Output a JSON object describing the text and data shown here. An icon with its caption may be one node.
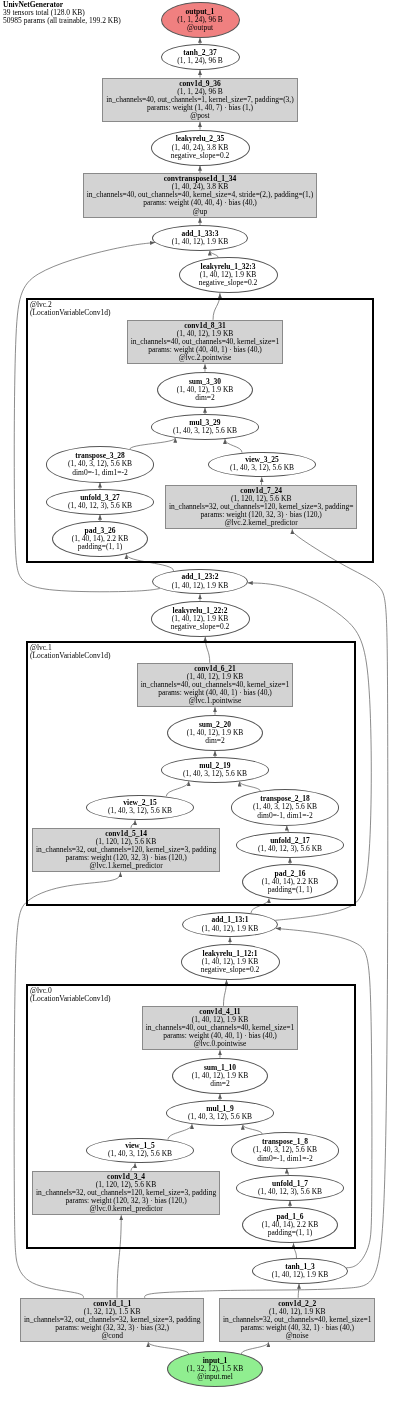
{
  "diagram": {
    "title": "UnivNetGenerator",
    "labels": [
      "39 tensors total (128.0 KB)",
      "50985 params (all trainable, 199.2 KB)"
    ],
    "nodes": [
      {
        "text": [
          "output_1",
          "(1, 1, 24), 96 B",
          "@output"
        ]
      },
      {
        "text": [
          "tanh_2_37",
          "(1, 1, 24), 96 B"
        ]
      },
      {
        "text": [
          "conv1d_9_36",
          "(1, 1, 24), 96 B",
          "in_channels=40, out_channels=1, kernel_size=7, padding=(3,)",
          "params: weight (1, 40, 7) · bias (1,)",
          "@post"
        ]
      },
      {
        "text": [
          "leakyrelu_2_35",
          "(1, 40, 24), 3.8 KB",
          "negative_slope=0.2"
        ]
      },
      {
        "text": [
          "convtranspose1d_1_34",
          "(1, 40, 24), 3.8 KB",
          "in_channels=40, out_channels=40, kernel_size=4, stride=(2,), padding=(1,)",
          "params: weight (40, 40, 4) · bias (40,)",
          "@up"
        ]
      },
      {
        "text": [
          "add_1_33:3",
          "(1, 40, 12), 1.9 KB"
        ]
      },
      {
        "text": [
          "leakyrelu_1_32:3",
          "(1, 40, 12), 1.9 KB",
          "negative_slope=0.2"
        ]
      },
      {
        "text": [
          "@lvc.2",
          "(LocationVariableConv1d)"
        ]
      },
      {
        "text": [
          "conv1d_8_31",
          "(1, 40, 12), 1.9 KB",
          "in_channels=40, out_channels=40, kernel_size=1",
          "params: weight (40, 40, 1) · bias (40,)",
          "@lvc.2.pointwise"
        ],
        "in": 7
      },
      {
        "text": [
          "sum_3_30",
          "(1, 40, 12), 1.9 KB",
          "dim=2"
        ],
        "in": 7
      },
      {
        "text": [
          "mul_3_29",
          "(1, 40, 3, 12), 5.6 KB"
        ],
        "in": 7
      },
      {
        "text": [
          "transpose_3_28",
          "(1, 40, 3, 12), 5.6 KB",
          "dim0=-1, dim1=-2"
        ],
        "in": 7
      },
      {
        "text": [
          "view_3_25",
          "(1, 40, 3, 12), 5.6 KB"
        ],
        "in": 7
      },
      {
        "text": [
          "unfold_3_27",
          "(1, 40, 12, 3), 5.6 KB"
        ],
        "in": 7
      },
      {
        "text": [
          "conv1d_7_24",
          "(1, 120, 12), 5.6 KB",
          "in_channels=32, out_channels=120, kernel_size=3, padding=",
          "params: weight (120, 32, 3) · bias (120,)",
          "@lvc.2.kernel_predictor"
        ],
        "in": 7
      },
      {
        "text": [
          "pad_3_26",
          "(1, 40, 14), 2.2 KB",
          "padding=(1, 1)"
        ],
        "in": 7
      },
      {
        "text": [
          "add_1_23:2",
          "(1, 40, 12), 1.9 KB"
        ]
      },
      {
        "text": [
          "leakyrelu_1_22:2",
          "(1, 40, 12), 1.9 KB",
          "negative_slope=0.2"
        ]
      },
      {
        "text": [
          "@lvc.1",
          "(LocationVariableConv1d)"
        ]
      },
      {
        "text": [
          "conv1d_6_21",
          "(1, 40, 12), 1.9 KB",
          "in_channels=40, out_channels=40, kernel_size=1",
          "params: weight (40, 40, 1) · bias (40,)",
          "@lvc.1.pointwise"
        ],
        "in": 18
      },
      {
        "text": [
          "sum_2_20",
          "(1, 40, 12), 1.9 KB",
          "dim=2"
        ],
        "in": 18
      },
      {
        "text": [
          "mul_2_19",
          "(1, 40, 3, 12), 5.6 KB"
        ],
        "in": 18
      },
      {
        "text": [
          "view_2_15",
          "(1, 40, 3, 12), 5.6 KB"
        ],
        "in": 18
      },
      {
        "text": [
          "transpose_2_18",
          "(1, 40, 3, 12), 5.6 KB",
          "dim0=-1, dim1=-2"
        ],
        "in": 18
      },
      {
        "text": [
          "conv1d_5_14",
          "(1, 120, 12), 5.6 KB",
          "in_channels=32, out_channels=120, kernel_size=3, padding",
          "params: weight (120, 32, 3) · bias (120,)",
          "@lvc.1.kernel_predictor"
        ],
        "in": 18
      },
      {
        "text": [
          "unfold_2_17",
          "(1, 40, 12, 3), 5.6 KB"
        ],
        "in": 18
      },
      {
        "text": [
          "pad_2_16",
          "(1, 40, 14), 2.2 KB",
          "padding=(1, 1)"
        ],
        "in": 18
      },
      {
        "text": [
          "add_1_13:1",
          "(1, 40, 12), 1.9 KB"
        ]
      },
      {
        "text": [
          "leakyrelu_1_12:1",
          "(1, 40, 12), 1.9 KB",
          "negative_slope=0.2"
        ]
      },
      {
        "text": [
          "@lvc.0",
          "(LocationVariableConv1d)"
        ]
      },
      {
        "text": [
          "conv1d_4_11",
          "(1, 40, 12), 1.9 KB",
          "in_channels=40, out_channels=40, kernel_size=1",
          "params: weight (40, 40, 1) · bias (40,)",
          "@lvc.0.pointwise"
        ],
        "in": 29
      },
      {
        "text": [
          "sum_1_10",
          "(1, 40, 12), 1.9 KB",
          "dim=2"
        ],
        "in": 29
      },
      {
        "text": [
          "mul_1_9",
          "(1, 40, 3, 12), 5.6 KB"
        ],
        "in": 29
      },
      {
        "text": [
          "view_1_5",
          "(1, 40, 3, 12), 5.6 KB"
        ],
        "in": 29
      },
      {
        "text": [
          "transpose_1_8",
          "(1, 40, 3, 12), 5.6 KB",
          "dim0=-1, dim1=-2"
        ],
        "in": 29
      },
      {
        "text": [
          "conv1d_3_4",
          "(1, 120, 12), 5.6 KB",
          "in_channels=32, out_channels=120, kernel_size=3, padding",
          "params: weight (120, 32, 3) · bias (120,)",
          "@lvc.0.kernel_predictor"
        ],
        "in": 29
      },
      {
        "text": [
          "unfold_1_7",
          "(1, 40, 12, 3), 5.6 KB"
        ],
        "in": 29
      },
      {
        "text": [
          "pad_1_6",
          "(1, 40, 14), 2.2 KB",
          "padding=(1, 1)"
        ],
        "in": 29
      },
      {
        "text": [
          "tanh_1_3",
          "(1, 40, 12), 1.9 KB"
        ]
      },
      {
        "text": [
          "conv1d_1_1",
          "(1, 32, 12), 1.5 KB",
          "in_channels=32, out_channels=32, kernel_size=3, padding",
          "params: weight (32, 32, 3) · bias (32,)",
          "@cond"
        ]
      },
      {
        "text": [
          "conv1d_2_2",
          "(1, 40, 12), 1.9 KB",
          "in_channels=32, out_channels=40, kernel_size=1",
          "params: weight (40, 32, 1) · bias (40,)",
          "@noise"
        ]
      },
      {
        "text": [
          "input_1",
          "(1, 32, 12), 1.5 KB",
          "@input.mel"
        ]
      }
    ],
    "edges": [
      {
        "from": 41,
        "to": 39,
        "arrow": "to"
      },
      {
        "from": 41,
        "to": 40,
        "arrow": "to"
      },
      {
        "from": 40,
        "to": 38,
        "arrow": "to"
      },
      {
        "from": 38,
        "to": 37,
        "arrow": "to"
      },
      {
        "from": 37,
        "to": 36,
        "arrow": "to"
      },
      {
        "from": 36,
        "to": 34,
        "arrow": "to"
      },
      {
        "from": 34,
        "to": 32,
        "arrow": "to"
      },
      {
        "from": 39,
        "to": 35,
        "arrow": "to"
      },
      {
        "from": 35,
        "to": 33,
        "arrow": "to"
      },
      {
        "from": 33,
        "to": 32,
        "arrow": "to"
      },
      {
        "from": 32,
        "to": 31,
        "arrow": "to"
      },
      {
        "from": 31,
        "to": 30,
        "arrow": "to"
      },
      {
        "from": 30,
        "to": 28,
        "arrow": "to"
      },
      {
        "from": 28,
        "to": 27,
        "arrow": "to"
      },
      {
        "from": 38,
        "to": 27,
        "arrow": "to"
      },
      {
        "from": 27,
        "to": 26,
        "arrow": "to"
      },
      {
        "from": 26,
        "to": 25,
        "arrow": "to"
      },
      {
        "from": 25,
        "to": 23,
        "arrow": "to"
      },
      {
        "from": 23,
        "to": 21,
        "arrow": "to"
      },
      {
        "from": 39,
        "to": 24,
        "arrow": "to"
      },
      {
        "from": 24,
        "to": 22,
        "arrow": "to"
      },
      {
        "from": 22,
        "to": 21,
        "arrow": "to"
      },
      {
        "from": 21,
        "to": 20,
        "arrow": "to"
      },
      {
        "from": 20,
        "to": 19,
        "arrow": "to"
      },
      {
        "from": 19,
        "to": 17,
        "arrow": "to"
      },
      {
        "from": 17,
        "to": 16,
        "arrow": "to"
      },
      {
        "from": 27,
        "to": 16,
        "arrow": "to"
      },
      {
        "from": 16,
        "to": 15,
        "arrow": "to"
      },
      {
        "from": 15,
        "to": 13,
        "arrow": "to"
      },
      {
        "from": 13,
        "to": 11,
        "arrow": "to"
      },
      {
        "from": 11,
        "to": 10,
        "arrow": "to"
      },
      {
        "from": 39,
        "to": 14,
        "arrow": "to"
      },
      {
        "from": 14,
        "to": 12,
        "arrow": "to"
      },
      {
        "from": 12,
        "to": 10,
        "arrow": "to"
      },
      {
        "from": 10,
        "to": 9,
        "arrow": "to"
      },
      {
        "from": 9,
        "to": 8,
        "arrow": "to"
      },
      {
        "from": 8,
        "to": 6,
        "arrow": "to"
      },
      {
        "from": 6,
        "to": 5,
        "arrow": "to"
      },
      {
        "from": 16,
        "to": 5,
        "arrow": "to"
      },
      {
        "from": 5,
        "to": 4,
        "arrow": "to"
      },
      {
        "from": 4,
        "to": 3,
        "arrow": "to"
      },
      {
        "from": 3,
        "to": 2,
        "arrow": "to"
      },
      {
        "from": 2,
        "to": 1,
        "arrow": "to"
      },
      {
        "from": 1,
        "to": 0,
        "arrow": "to"
      }
    ]
  }
}
